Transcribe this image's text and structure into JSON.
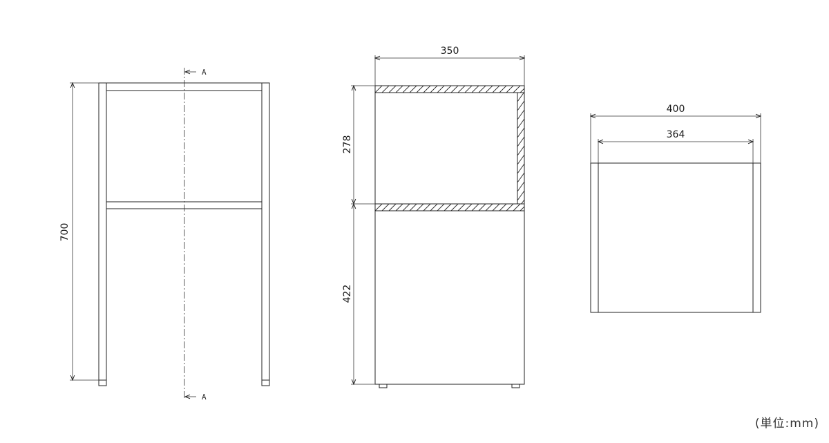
{
  "front_view": {
    "height_dim": "700",
    "section_mark_top": "A",
    "section_mark_bottom": "A"
  },
  "section_view": {
    "width_dim": "350",
    "upper_height_dim": "278",
    "lower_height_dim": "422"
  },
  "top_view": {
    "outer_width_dim": "400",
    "inner_width_dim": "364"
  },
  "unit_note": "(単位:mm)"
}
